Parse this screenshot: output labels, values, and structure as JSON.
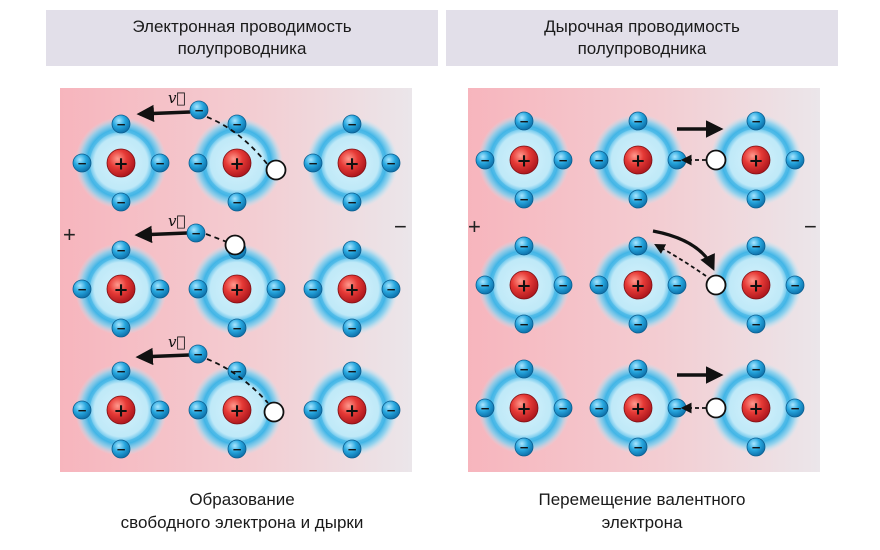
{
  "left": {
    "header_line1": "Электронная проводимость",
    "header_line2": "полупроводника",
    "caption_line1": "Образование",
    "caption_line2": "свободного электрона и дырки",
    "plus_sign": "+",
    "minus_sign": "−",
    "velocity_label": "v⃗"
  },
  "right": {
    "header_line1": "Дырочная проводимость",
    "header_line2": "полупроводника",
    "caption_line1": "Перемещение валентного",
    "caption_line2": "электрона",
    "plus_sign": "+",
    "minus_sign": "−"
  },
  "symbols": {
    "nucleus": "+",
    "electron": "−"
  },
  "colors": {
    "nucleus": "#d8262b",
    "electron": "#1f9fd6",
    "glow": "#7fd0f0",
    "panel_left": "#f7b5bd",
    "panel_right": "#ebe6ea"
  }
}
